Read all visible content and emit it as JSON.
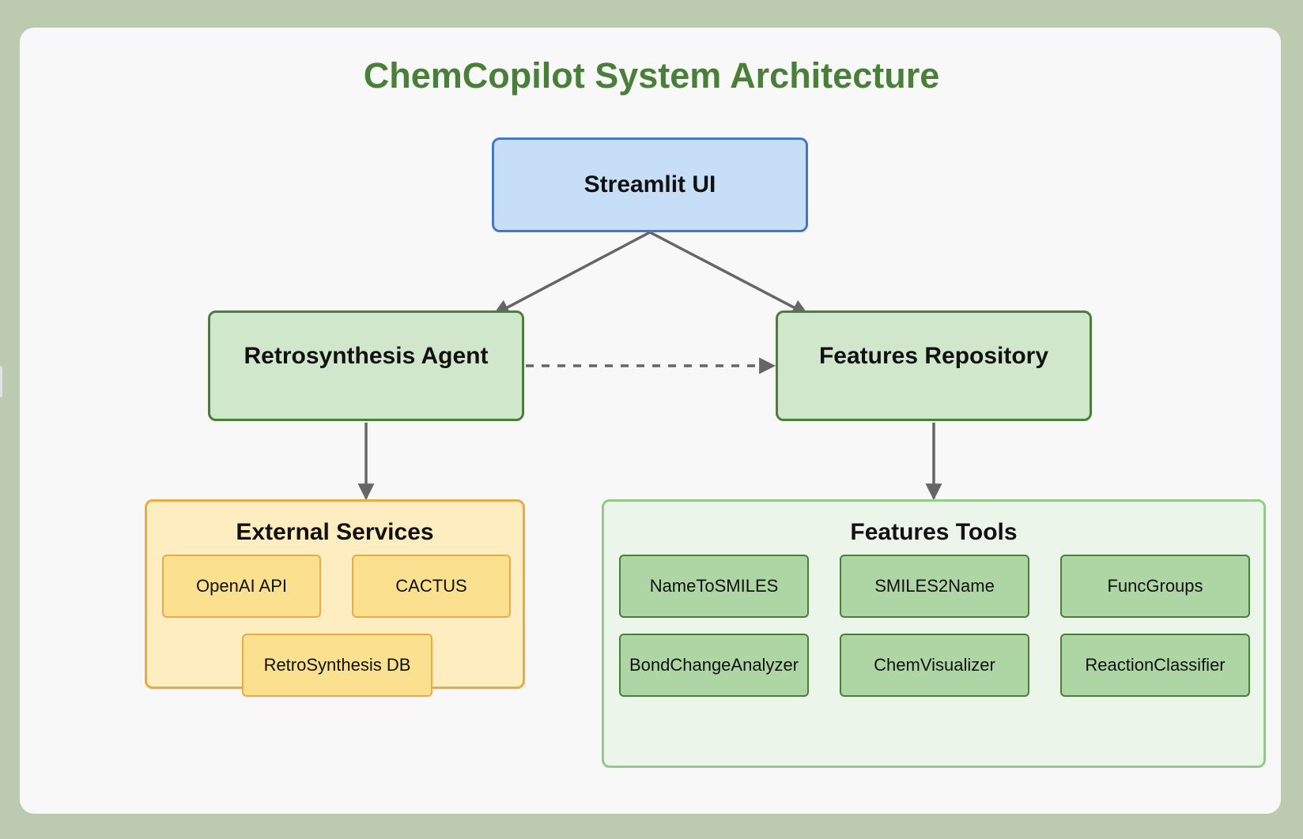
{
  "title": "ChemCopilot System Architecture",
  "nodes": {
    "ui": "Streamlit UI",
    "retrosynthesis_agent": "Retrosynthesis Agent",
    "features_repository": "Features Repository"
  },
  "external_services": {
    "title": "External Services",
    "items": [
      "OpenAI API",
      "CACTUS",
      "RetroSynthesis DB"
    ]
  },
  "features_tools": {
    "title": "Features Tools",
    "items": [
      "NameToSMILES",
      "SMILES2Name",
      "FuncGroups",
      "BondChangeAnalyzer",
      "ChemVisualizer",
      "ReactionClassifier"
    ]
  },
  "colors": {
    "title": "#4a7f3a",
    "ui_fill": "#c6dff7",
    "ui_border": "#4577c8",
    "agent_fill": "#d1e7cc",
    "agent_border": "#4a7f3a",
    "services_fill": "#fdedc0",
    "services_border": "#ecaa45",
    "tools_fill": "#ebf5e9",
    "tools_border": "#93c98a",
    "arrow": "#666666"
  }
}
